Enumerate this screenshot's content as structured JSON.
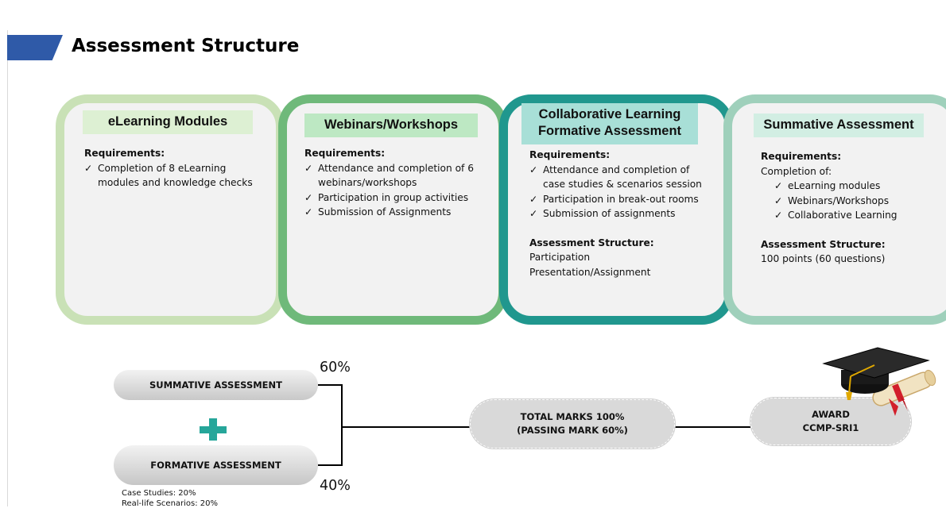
{
  "page": {
    "title": "Assessment Structure"
  },
  "cards": [
    {
      "header": "eLearning Modules",
      "requirements_label": "Requirements:",
      "items": [
        "Completion of 8 eLearning modules and knowledge checks"
      ]
    },
    {
      "header": "Webinars/Workshops",
      "requirements_label": "Requirements:",
      "items": [
        "Attendance and completion of 6 webinars/workshops",
        "Participation in group activities",
        "Submission of Assignments"
      ]
    },
    {
      "header_line1": "Collaborative Learning",
      "header_line2": "Formative Assessment",
      "requirements_label": "Requirements:",
      "items": [
        "Attendance and completion of case studies & scenarios session",
        "Participation in break-out rooms",
        "Submission of assignments"
      ],
      "structure_label": "Assessment Structure:",
      "structure_lines": [
        "Participation",
        "Presentation/Assignment"
      ]
    },
    {
      "header": "Summative Assessment",
      "requirements_label": "Requirements:",
      "completion_label": "Completion of:",
      "items": [
        "eLearning modules",
        "Webinars/Workshops",
        "Collaborative Learning"
      ],
      "structure_label": "Assessment Structure:",
      "structure_text": "100 points (60 questions)"
    }
  ],
  "flow": {
    "summative_label": "SUMMATIVE ASSESSMENT",
    "formative_label": "FORMATIVE ASSESSMENT",
    "summative_pct": "60%",
    "formative_pct": "40%",
    "formative_breakdown": [
      "Case Studies: 20%",
      "Real-life Scenarios: 20%"
    ],
    "total_line1": "TOTAL MARKS 100%",
    "total_line2": "(PASSING MARK 60%)",
    "award_line1": "AWARD",
    "award_line2": "CCMP-SRI1"
  },
  "check_glyph": "✓",
  "icons": [
    "plus-icon",
    "graduation-cap-icon",
    "diploma-scroll-icon"
  ],
  "colors": {
    "banner": "#2f5aa8",
    "card1_border": "#c9e1b6",
    "card2_border": "#6fb97a",
    "card3_border": "#20978e",
    "card4_border": "#9fd0bb",
    "plus": "#26a69a"
  }
}
